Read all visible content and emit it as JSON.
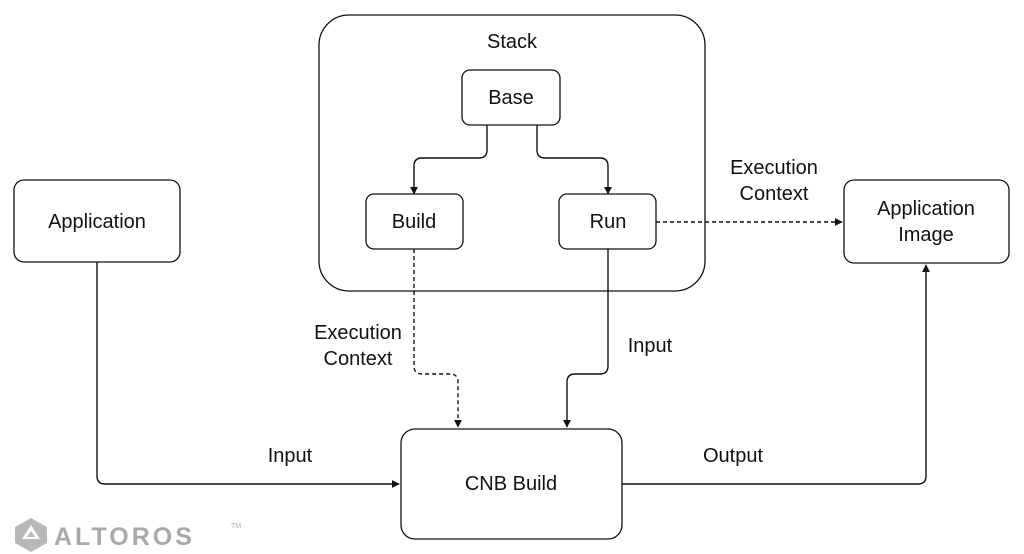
{
  "nodes": {
    "stack": "Stack",
    "base": "Base",
    "build": "Build",
    "run": "Run",
    "application": "Application",
    "application_image": [
      "Application",
      "Image"
    ],
    "cnb_build": "CNB Build"
  },
  "edges": {
    "run_to_image": [
      "Execution",
      "Context"
    ],
    "build_to_cnb": [
      "Execution",
      "Context"
    ],
    "run_to_cnb": "Input",
    "app_to_cnb": "Input",
    "cnb_to_image": "Output"
  },
  "logo": {
    "text": "ALTOROS",
    "mark": "TM"
  },
  "colors": {
    "line": "#111111",
    "logo": "#a9a9a9",
    "background": "#ffffff"
  }
}
